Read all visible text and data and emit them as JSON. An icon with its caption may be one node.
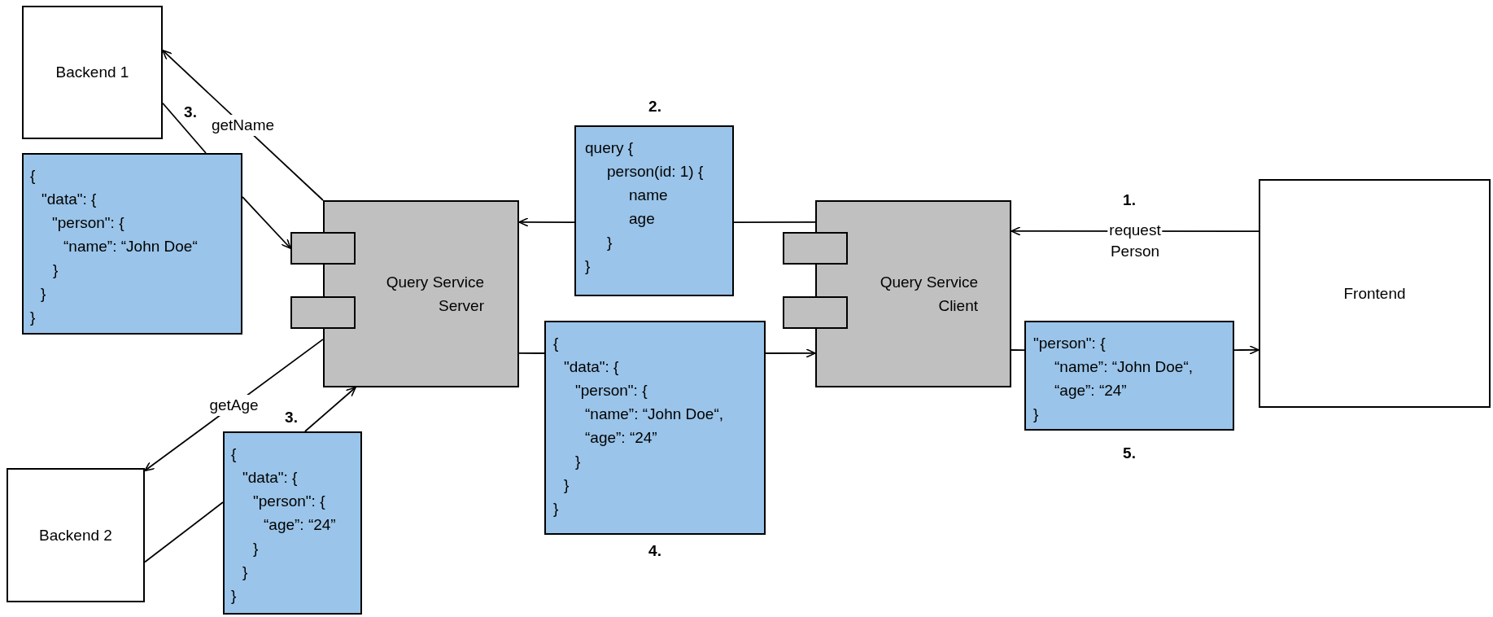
{
  "diagram": {
    "nodes": [
      {
        "text": [
          "Backend 1"
        ]
      },
      {
        "text": [
          "{",
          "\"data\": {",
          "\"person\": {",
          "“name”: “John Doe“",
          "}",
          "}",
          "}"
        ]
      },
      {
        "text": [
          "Query Service Server"
        ]
      },
      {
        "text": [],
        "shape": "box"
      },
      {
        "text": [],
        "shape": "box"
      },
      {
        "text": [
          "Backend 2"
        ]
      },
      {
        "text": [
          "{",
          "\"data\": {",
          "\"person\": {",
          "“age”: “24”",
          "}",
          "}",
          "}"
        ]
      },
      {
        "text": [
          "query {",
          "person(id: 1) {",
          "name",
          "age",
          "}",
          "}"
        ]
      },
      {
        "text": [
          "{",
          "\"data\": {",
          "\"person\": {",
          "“name”: “John Doe“,",
          "“age”: “24”",
          "}",
          "}",
          "}"
        ]
      },
      {
        "text": [
          "Query Service Client"
        ]
      },
      {
        "text": [],
        "shape": "box"
      },
      {
        "text": [],
        "shape": "box"
      },
      {
        "text": [
          "\"person\": {",
          "“name”: “John Doe“,",
          "“age”: “24”",
          "}"
        ]
      },
      {
        "text": [
          "Frontend"
        ]
      }
    ],
    "edges": [
      {
        "from": 2,
        "to": 0,
        "arrow": "to",
        "label": "getName"
      },
      {
        "from": 0,
        "to": 1,
        "arrow": "none"
      },
      {
        "from": 1,
        "to": 3,
        "arrow": "to"
      },
      {
        "from": 2,
        "to": 5,
        "arrow": "to",
        "label": "getAge"
      },
      {
        "from": 5,
        "to": 6,
        "arrow": "none"
      },
      {
        "from": 6,
        "to": 2,
        "arrow": "to"
      },
      {
        "from": 13,
        "to": 9,
        "arrow": "to",
        "label": "request Person"
      },
      {
        "from": 9,
        "to": 7,
        "arrow": "none"
      },
      {
        "from": 7,
        "to": 2,
        "arrow": "to"
      },
      {
        "from": 2,
        "to": 8,
        "arrow": "none"
      },
      {
        "from": 8,
        "to": 9,
        "arrow": "to"
      },
      {
        "from": 9,
        "to": 12,
        "arrow": "none"
      },
      {
        "from": 12,
        "to": 13,
        "arrow": "to"
      }
    ],
    "labels": [
      "2.",
      "3.",
      "1.",
      "3.",
      "5.",
      "4."
    ]
  }
}
